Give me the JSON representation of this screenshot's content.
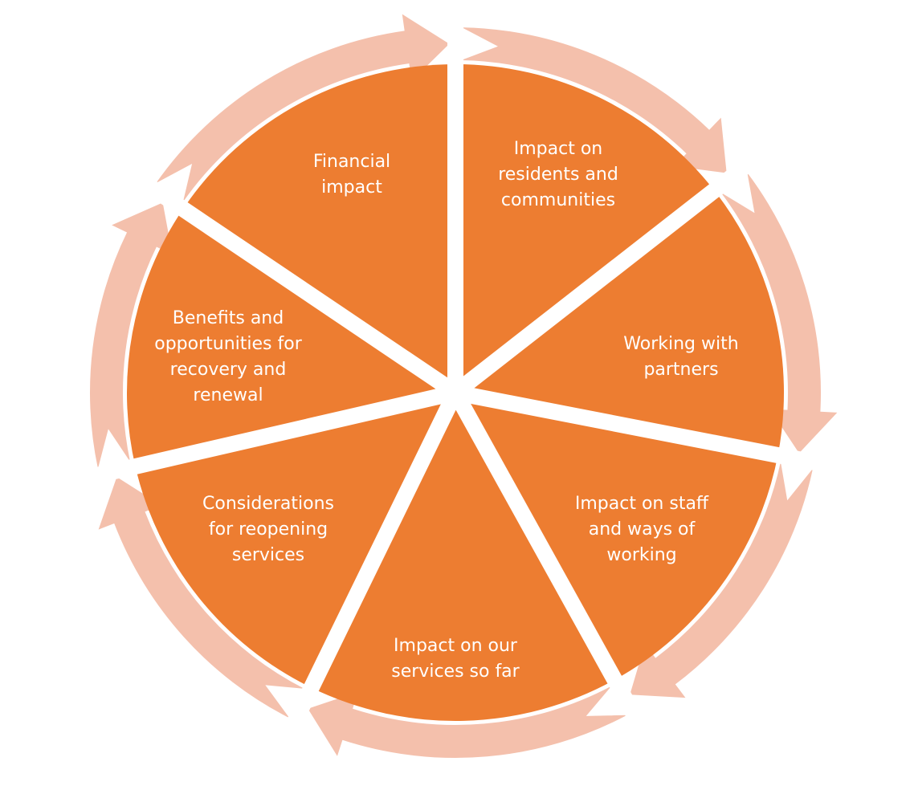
{
  "colors": {
    "segment_fill": "#ED7D31",
    "arrow_fill": "#F4C0AC",
    "background": "#FFFFFF",
    "label_text": "#FFFFFF"
  },
  "segments": [
    {
      "id": "impact-on-residents-and-communities",
      "lines": [
        "Impact on",
        "residents and",
        "communities"
      ]
    },
    {
      "id": "working-with-partners",
      "lines": [
        "Working with",
        "partners"
      ]
    },
    {
      "id": "impact-on-staff-and-ways-of-working",
      "lines": [
        "Impact on staff",
        "and ways of",
        "working"
      ]
    },
    {
      "id": "impact-on-our-services-so-far",
      "lines": [
        "Impact on our",
        "services so far"
      ]
    },
    {
      "id": "considerations-for-reopening-services",
      "lines": [
        "Considerations",
        "for reopening",
        "services"
      ]
    },
    {
      "id": "benefits-and-opportunities",
      "lines": [
        "Benefits and",
        "opportunities for",
        "recovery and",
        "renewal"
      ]
    },
    {
      "id": "financial-impact",
      "lines": [
        "Financial",
        "impact"
      ]
    }
  ]
}
